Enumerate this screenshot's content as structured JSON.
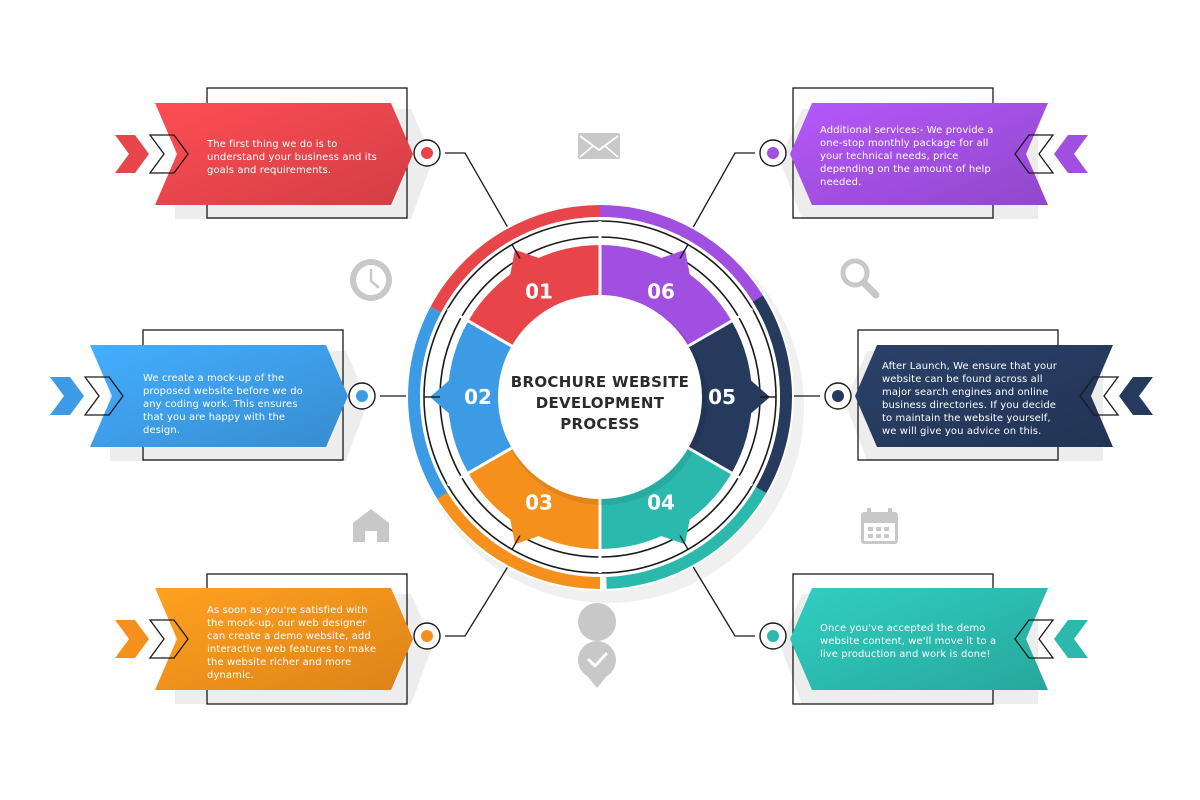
{
  "title": {
    "line1": "BROCHURE WEBSITE",
    "line2": "DEVELOPMENT",
    "line3": "PROCESS"
  },
  "colors": {
    "red": "#e8454b",
    "blue": "#3d9be6",
    "orange": "#f5901c",
    "teal": "#2bb9ad",
    "navy": "#263a5e",
    "purple": "#a14fe0",
    "icon_gray": "#c8c8c8"
  },
  "steps": [
    {
      "number": "01",
      "text": "The first thing we do is to understand your business and its goals and requirements."
    },
    {
      "number": "02",
      "text": "We create a mock-up of the proposed website before we do any coding work. This ensures that you are happy with the design."
    },
    {
      "number": "03",
      "text": "As soon as you're satisfied with the mock-up, our web designer can create a demo website, add interactive web features to make the website richer and more dynamic."
    },
    {
      "number": "04",
      "text": "Once you've accepted the demo website content, we'll move it to a live production and work is done!"
    },
    {
      "number": "05",
      "text": "After Launch, We ensure that your website can be found across all major search engines and online business directories. If you decide to maintain the website yourself, we will give you advice on this."
    },
    {
      "number": "06",
      "text": "Additional services:- We provide a one-stop monthly package for all your technical needs, price depending on the amount of help needed."
    }
  ],
  "icons": [
    "mail-icon",
    "clock-icon",
    "search-icon",
    "home-icon",
    "calendar-icon",
    "location-check-icon"
  ]
}
